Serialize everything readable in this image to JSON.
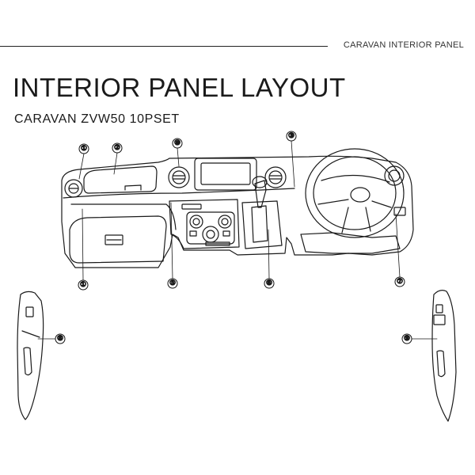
{
  "header": {
    "brand": "CARAVAN INTERIOR PANEL",
    "title": "INTERIOR PANEL LAYOUT",
    "subtitle": "CARAVAN ZVW50 10PSET"
  },
  "callouts": [
    {
      "name": "callout-1-top",
      "label": "①"
    },
    {
      "name": "callout-2",
      "label": "②"
    },
    {
      "name": "callout-10",
      "label": "⑩"
    },
    {
      "name": "callout-3",
      "label": "③"
    },
    {
      "name": "callout-1-bottom",
      "label": "①"
    },
    {
      "name": "callout-5",
      "label": "⑤"
    },
    {
      "name": "callout-6",
      "label": "⑥"
    },
    {
      "name": "callout-7",
      "label": "⑦"
    },
    {
      "name": "callout-8",
      "label": "⑧"
    },
    {
      "name": "callout-9",
      "label": "⑨"
    }
  ]
}
